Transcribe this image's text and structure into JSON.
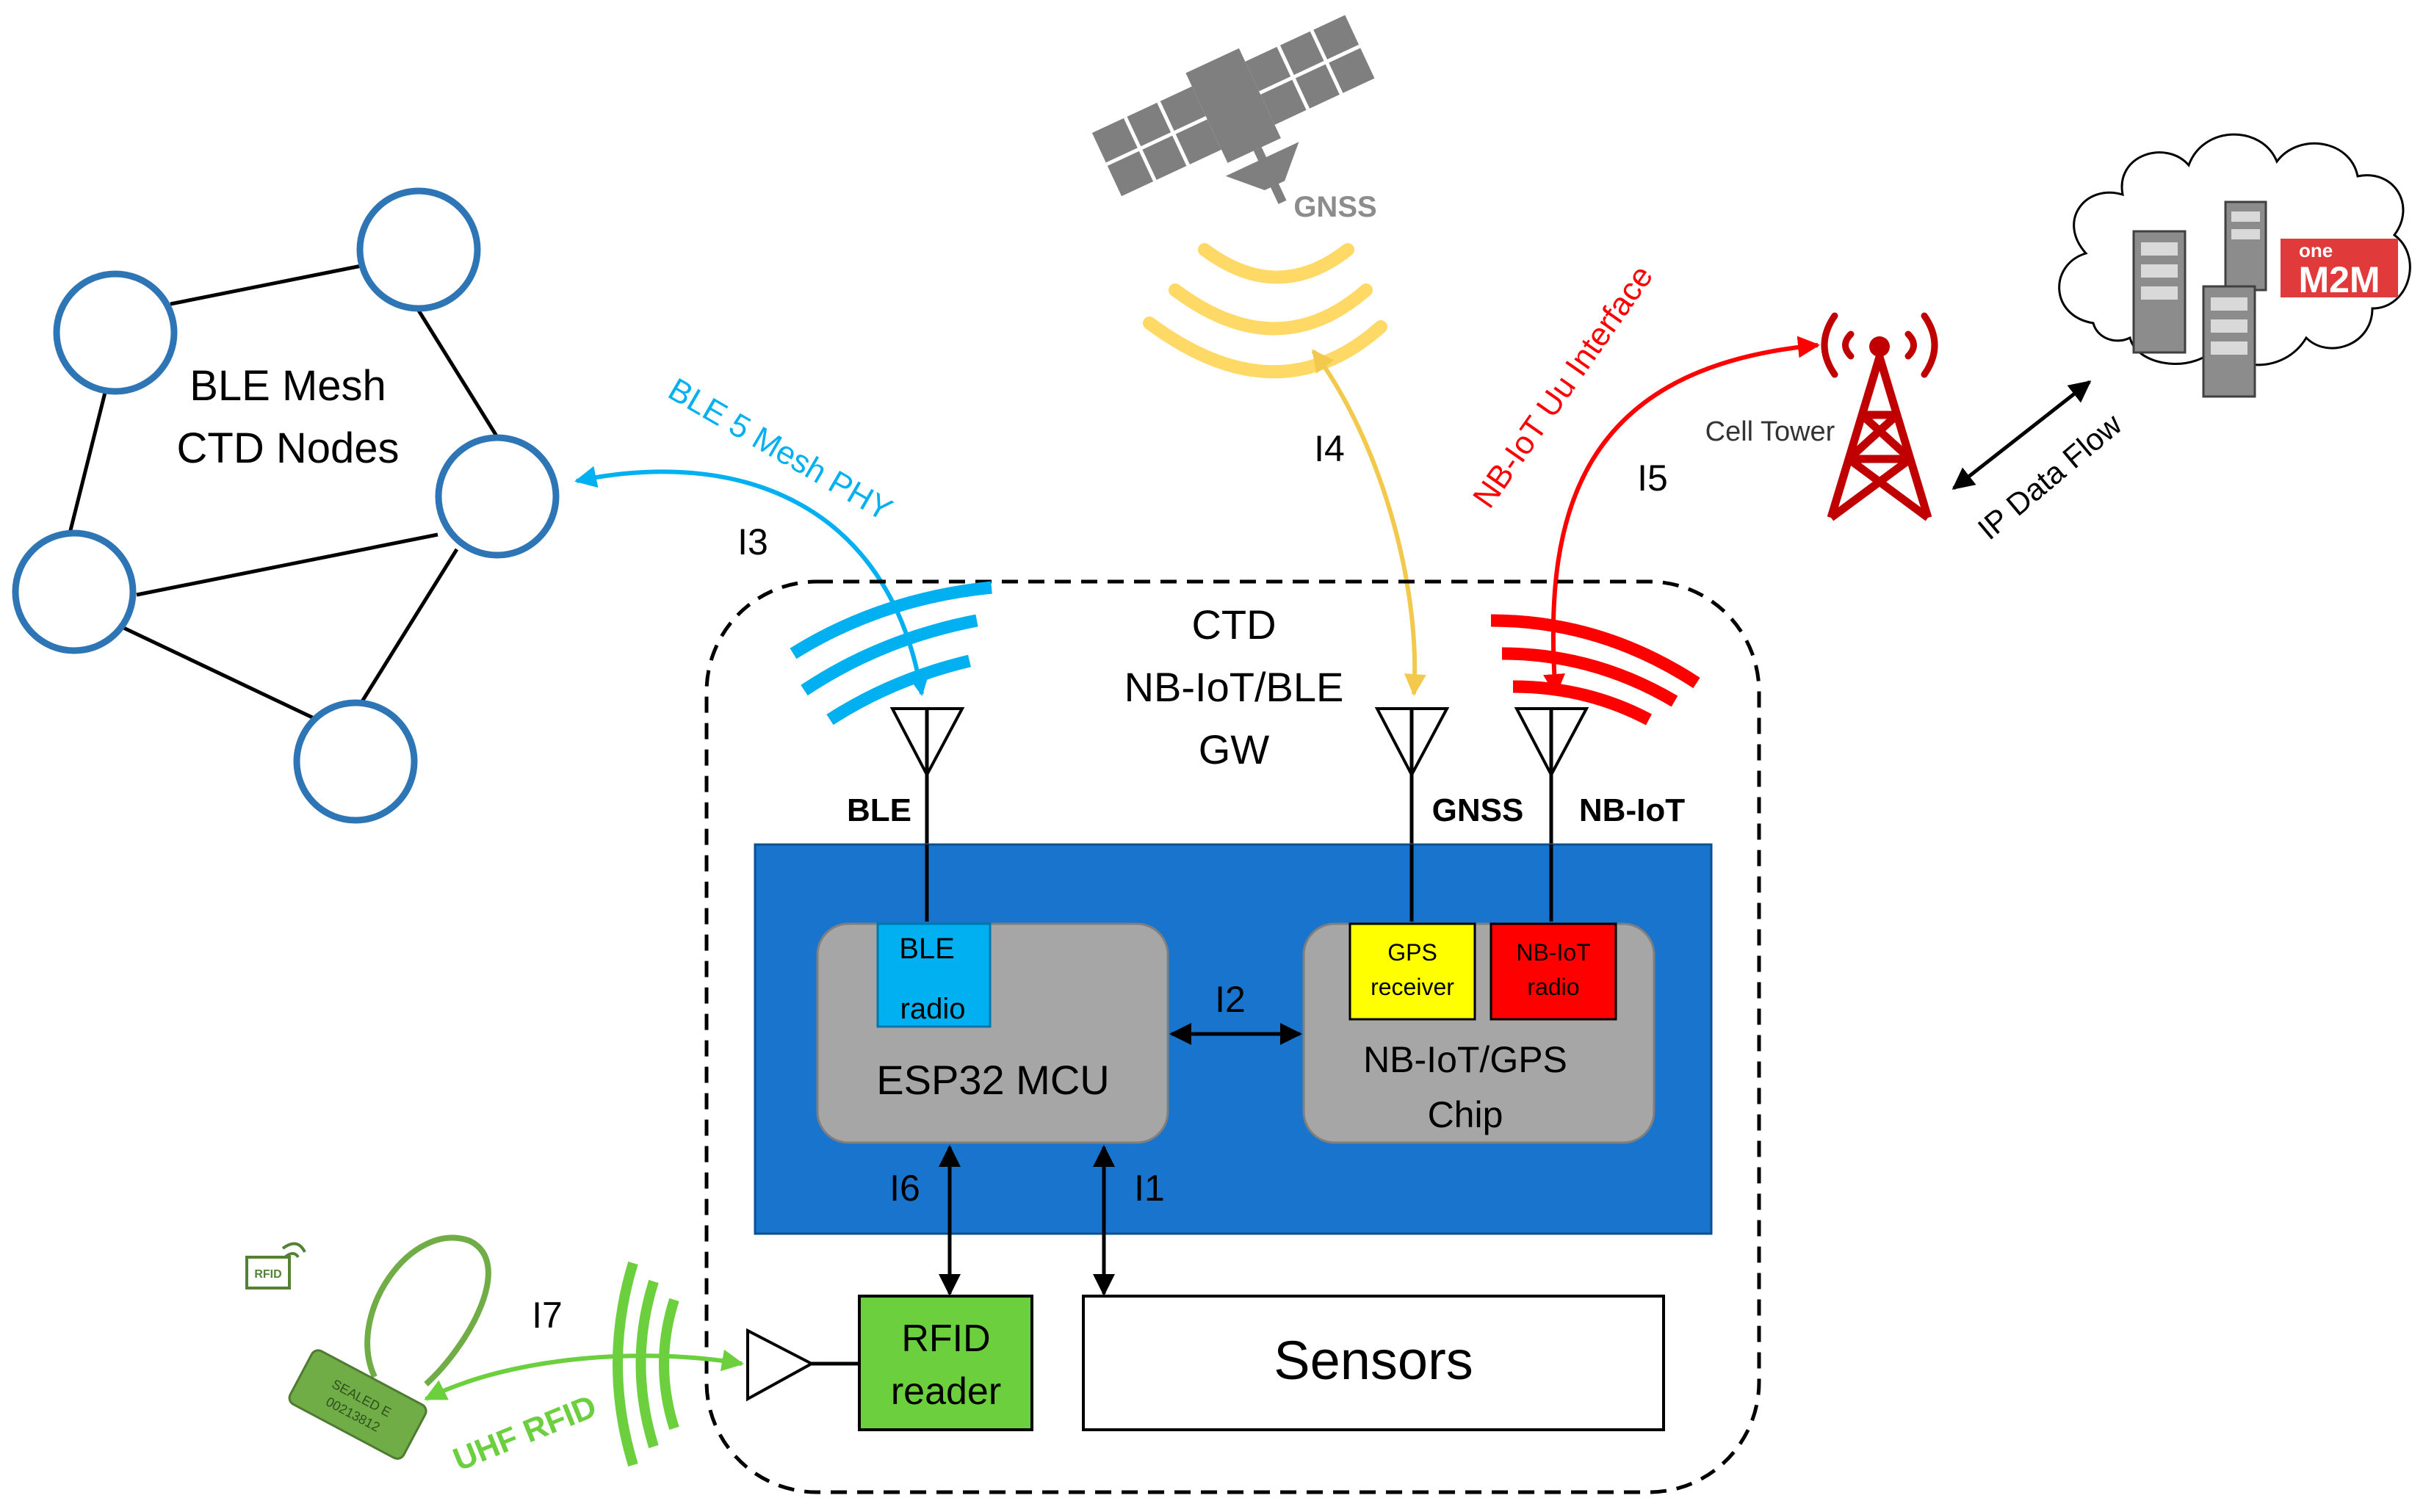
{
  "mesh": {
    "title_line1": "BLE Mesh",
    "title_line2": "CTD Nodes"
  },
  "links": {
    "ble_mesh_phy": "BLE 5 Mesh PHY",
    "nbiot_uu": "NB-IoT Uu Interface",
    "uhf_rfid": "UHF RFID",
    "ip_data_flow": "IP Data Flow"
  },
  "interfaces": {
    "i1": "I1",
    "i2": "I2",
    "i3": "I3",
    "i4": "I4",
    "i5": "I5",
    "i6": "I6",
    "i7": "I7"
  },
  "satellite": {
    "label": "GNSS"
  },
  "cell_tower": {
    "label": "Cell Tower"
  },
  "cloud": {
    "logo_line1": "one",
    "logo_line2": "M2M"
  },
  "gateway": {
    "title_line1": "CTD",
    "title_line2": "NB-IoT/BLE",
    "title_line3": "GW"
  },
  "antennas": {
    "ble": "BLE",
    "gnss": "GNSS",
    "nbiot": "NB-IoT"
  },
  "mcu": {
    "label": "ESP32 MCU",
    "radio_line1": "BLE",
    "radio_line2": "radio"
  },
  "chip": {
    "label_line1": "NB-IoT/GPS",
    "label_line2": "Chip",
    "gps_line1": "GPS",
    "gps_line2": "receiver",
    "nbiot_line1": "NB-IoT",
    "nbiot_line2": "radio"
  },
  "rfid_reader": {
    "line1": "RFID",
    "line2": "reader"
  },
  "sensors": {
    "label": "Sensors"
  },
  "rfid_tag": {
    "icon_label": "RFID",
    "text_line1": "SEALED E",
    "text_line2": "00213812"
  },
  "colors": {
    "ble_blue": "#00b0f0",
    "board_blue": "#1874cd",
    "nbiot_red": "#ff0000",
    "gnss_yellow": "#ffd966",
    "rfid_green": "#6ccf3e",
    "node_blue": "#2e75b6",
    "chip_gray": "#a6a6a6"
  }
}
